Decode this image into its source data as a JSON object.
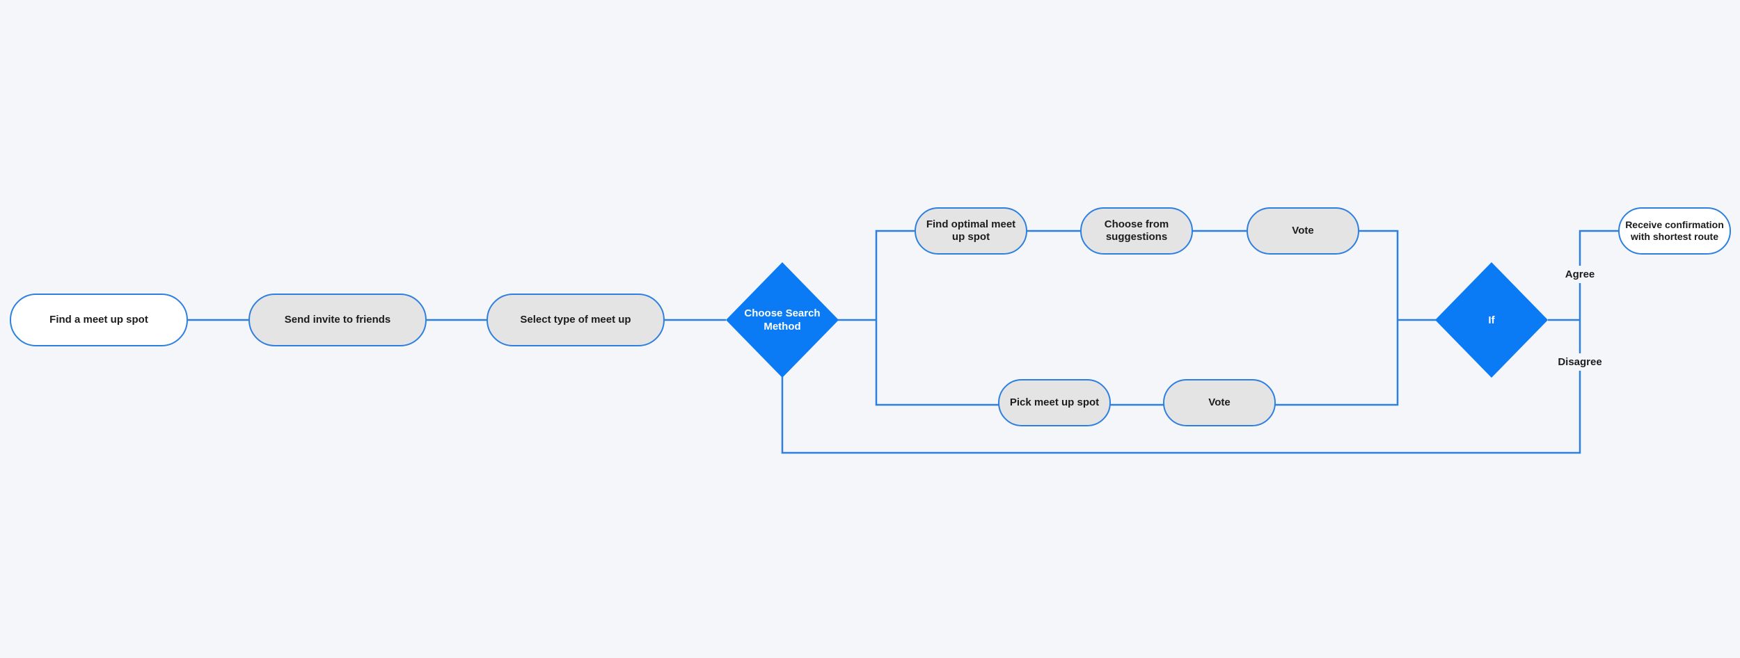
{
  "colors": {
    "background": "#f4f6f9",
    "line": "#2d7fe0",
    "decision": "#0a7af5",
    "start_end_fill": "#ffffff",
    "step_fill": "#e4e4e4"
  },
  "nodes": {
    "find_spot": "Find a meet up spot",
    "send_invite": "Send invite to friends",
    "select_type": "Select type of meet up",
    "choose_method": "Choose Search Method",
    "find_optimal": "Find optimal meet up spot",
    "choose_suggestions": "Choose from suggestions",
    "vote_top": "Vote",
    "pick_spot": "Pick meet up spot",
    "vote_bottom": "Vote",
    "if_decision": "If",
    "receive_confirmation": "Receive confirmation with shortest route"
  },
  "edge_labels": {
    "agree": "Agree",
    "disagree": "Disagree"
  }
}
